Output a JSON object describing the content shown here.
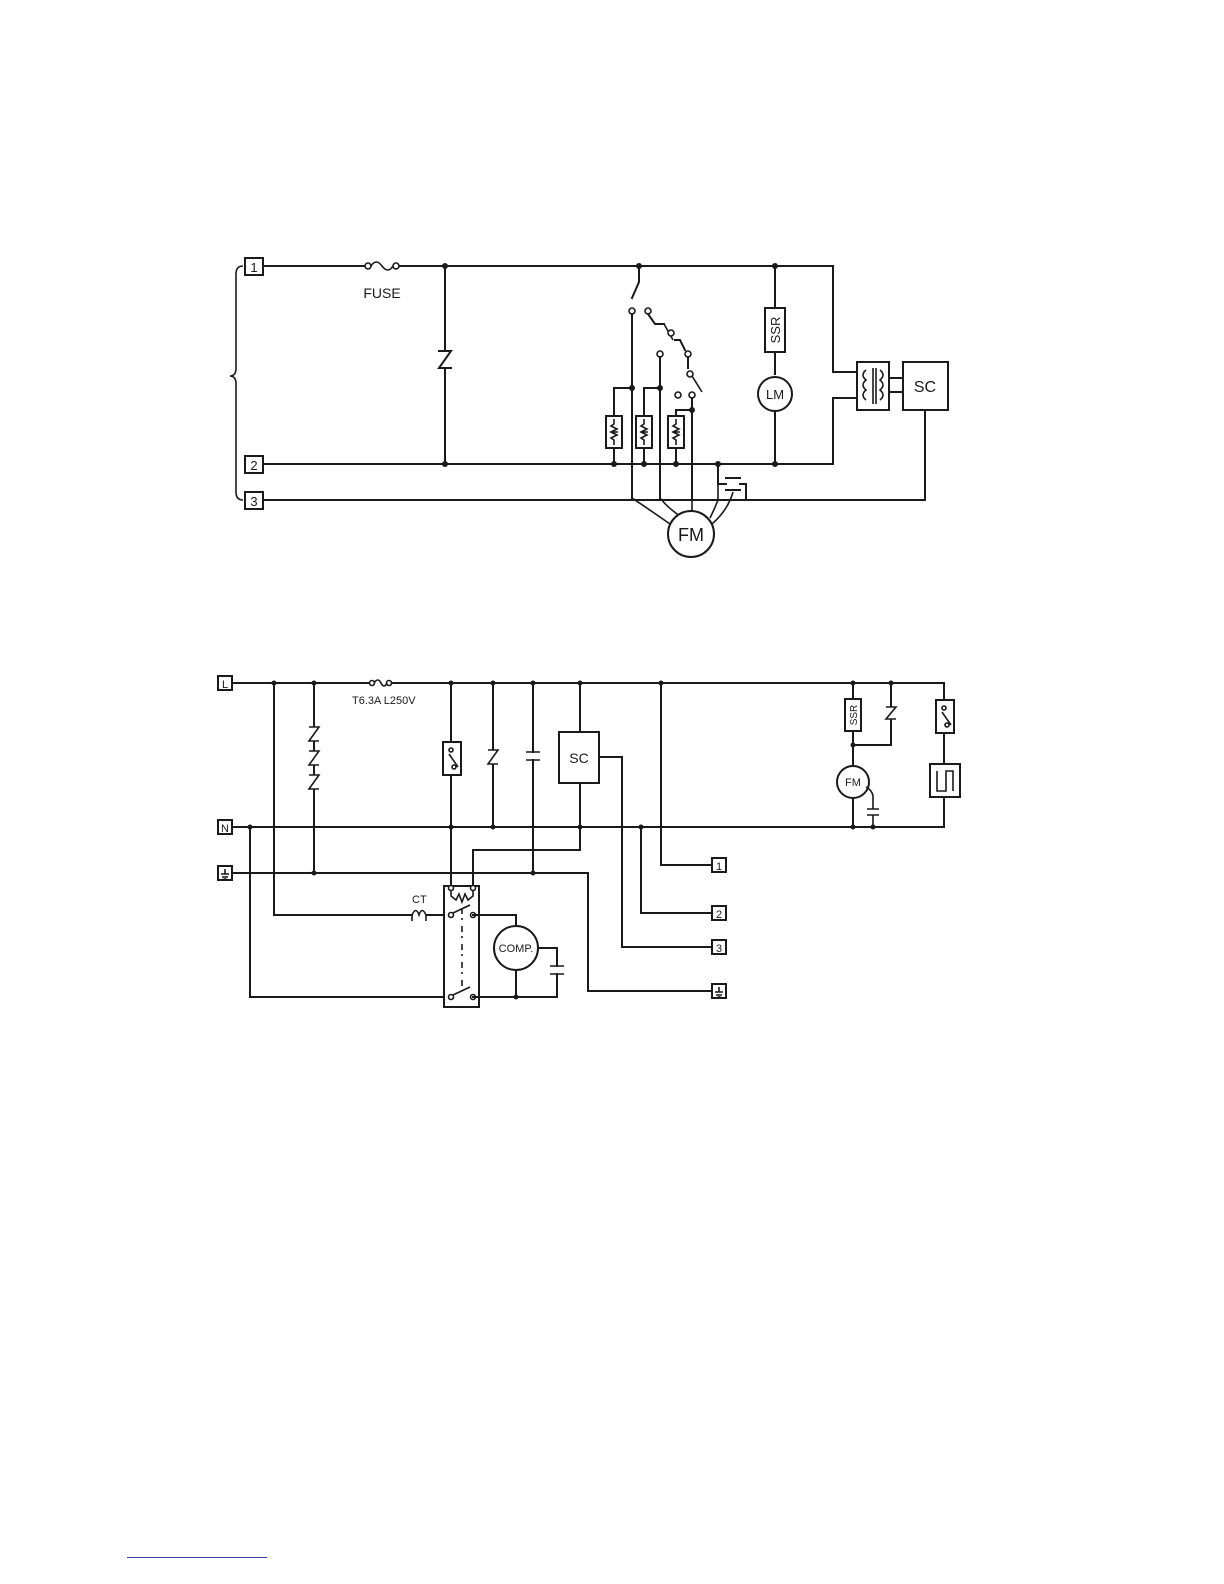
{
  "diagram_top": {
    "terminals": [
      "1",
      "2",
      "3"
    ],
    "fuse_label": "FUSE",
    "ssr_label": "SSR",
    "lm_label": "LM",
    "sc_label": "SC",
    "fm_label": "FM"
  },
  "diagram_bottom": {
    "terminal_l": "L",
    "terminal_n": "N",
    "fuse_label": "T6.3A L250V",
    "sc_label": "SC",
    "ct_label": "CT",
    "comp_label": "COMP.",
    "ssr_label": "SSR",
    "fm_label": "FM",
    "out_terminals": [
      "1",
      "2",
      "3"
    ]
  },
  "colors": {
    "line": "#1a1a1a",
    "footer_rule": "#3a3aa8"
  }
}
